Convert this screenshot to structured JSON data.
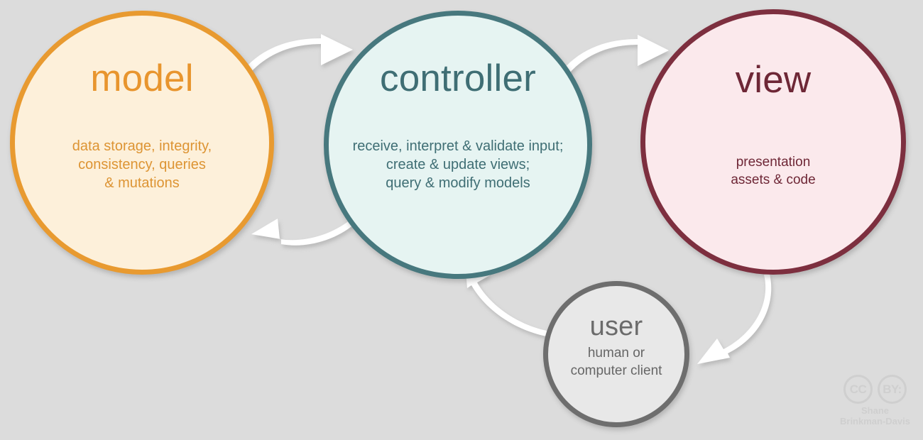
{
  "diagram": {
    "title": "Model View Controller diagram",
    "background_color": "#dcdcdc"
  },
  "nodes": [
    {
      "id": "model",
      "title": "model",
      "description": "data storage, integrity,\nconsistency, queries\n& mutations",
      "border_color": "#e89a30",
      "fill_color": "#fdf0da",
      "text_color": "#e8952e"
    },
    {
      "id": "controller",
      "title": "controller",
      "description": "receive, interpret & validate input;\ncreate & update views;\nquery & modify models",
      "border_color": "#47787e",
      "fill_color": "#e6f4f2",
      "text_color": "#3f6e74"
    },
    {
      "id": "view",
      "title": "view",
      "description": "presentation\nassets & code",
      "border_color": "#7d2f3f",
      "fill_color": "#fbe9ec",
      "text_color": "#6e2736"
    },
    {
      "id": "user",
      "title": "user",
      "description": "human or\ncomputer client",
      "border_color": "#6e6e6e",
      "fill_color": "#e8e8e8",
      "text_color": "#6b6b6b"
    }
  ],
  "arrows": [
    {
      "id": "model-to-controller",
      "from": "model",
      "to": "controller",
      "color": "#ffffff"
    },
    {
      "id": "controller-to-model",
      "from": "controller",
      "to": "model",
      "color": "#ffffff"
    },
    {
      "id": "controller-to-view",
      "from": "controller",
      "to": "view",
      "color": "#ffffff"
    },
    {
      "id": "view-to-user",
      "from": "view",
      "to": "user",
      "color": "#ffffff"
    },
    {
      "id": "user-to-controller",
      "from": "user",
      "to": "controller",
      "color": "#ffffff"
    }
  ],
  "attribution": {
    "badge_cc": "CC",
    "badge_by": "BY:",
    "credit": "Shane\nBrinkman-Davis",
    "color": "#cfcfcf"
  }
}
